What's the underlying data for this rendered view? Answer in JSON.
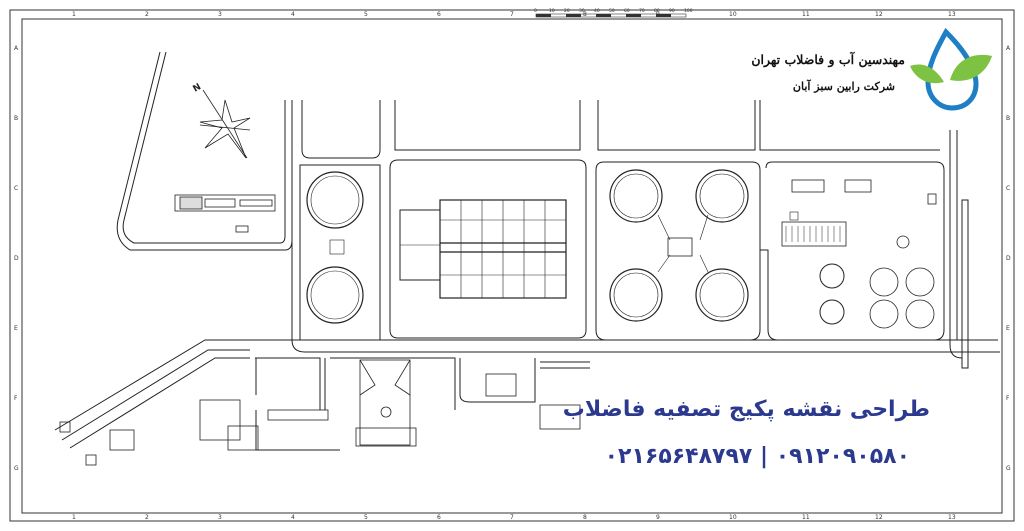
{
  "header": {
    "company_name": "مهندسین آب و فاضلاب تهران",
    "company_sub": "شرکت رابین سبز آبان"
  },
  "banner": {
    "title": "طراحی نقشه پکیج تصفیه فاضلاب",
    "phone_1": "۰۲۱۶۵۶۴۸۷۹۷",
    "phone_2": "۰۹۱۲۰۹۰۵۸۰",
    "separator": "|"
  },
  "compass": {
    "north_label": "N"
  },
  "scale_bar": {
    "labels": [
      "0",
      "10",
      "20",
      "30",
      "40",
      "50",
      "60",
      "70",
      "80",
      "90",
      "100"
    ]
  },
  "frame": {
    "col_labels": [
      "1",
      "2",
      "3",
      "4",
      "5",
      "6",
      "7",
      "8",
      "9",
      "10",
      "11",
      "12",
      "13"
    ],
    "row_labels": [
      "A",
      "B",
      "C",
      "D",
      "E",
      "F",
      "G"
    ]
  },
  "colors": {
    "line": "#222222",
    "accent_blue": "#2b3a8f",
    "logo_blue": "#1f7fc4",
    "logo_green": "#7dc242"
  }
}
